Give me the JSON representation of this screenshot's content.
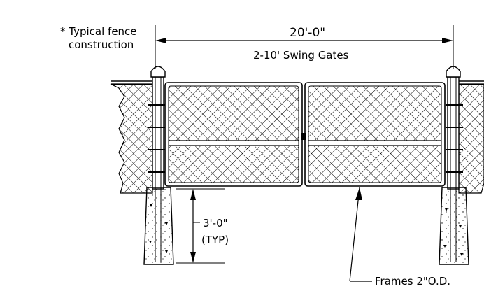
{
  "notes": {
    "typical_line1": "* Typical fence",
    "typical_line2": "construction"
  },
  "dimensions": {
    "overall_width": "20'-0\"",
    "gate_description": "2-10' Swing Gates",
    "post_depth": "3'-0\"",
    "post_depth_note": "(TYP)"
  },
  "callouts": {
    "frames": "Frames 2\"O.D."
  }
}
